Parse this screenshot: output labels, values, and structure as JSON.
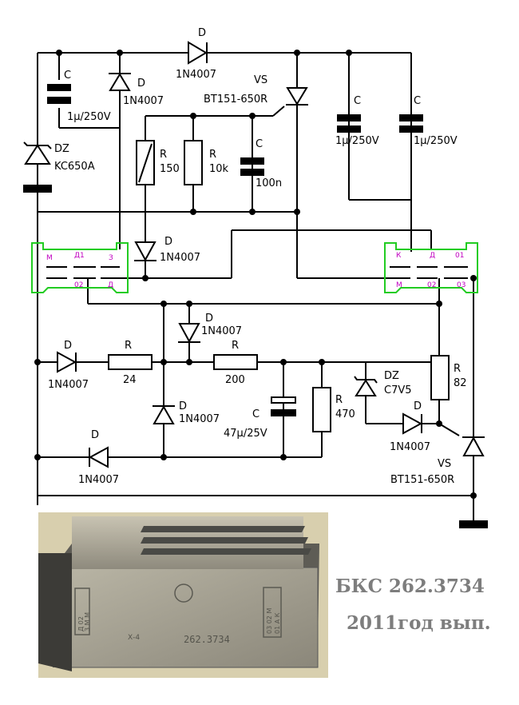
{
  "components": {
    "c1": {
      "ref": "C",
      "value": "1µ/250V"
    },
    "d1": {
      "ref": "D",
      "value": "1N4007"
    },
    "d2": {
      "ref": "D",
      "value": "1N4007"
    },
    "dz1": {
      "ref": "DZ",
      "value": "KC650A"
    },
    "vs1": {
      "ref": "VS",
      "value": "BT151-650R"
    },
    "r150": {
      "ref": "R",
      "value": "150"
    },
    "r10k": {
      "ref": "R",
      "value": "10k"
    },
    "c100n": {
      "ref": "C",
      "value": "100n"
    },
    "c2": {
      "ref": "C",
      "value": "1µ/250V"
    },
    "c3": {
      "ref": "C",
      "value": "1µ/250V"
    },
    "d3": {
      "ref": "D",
      "value": "1N4007"
    },
    "d4": {
      "ref": "D",
      "value": "1N4007"
    },
    "d5": {
      "ref": "D",
      "value": "1N4007"
    },
    "r24": {
      "ref": "R",
      "value": "24"
    },
    "r200": {
      "ref": "R",
      "value": "200"
    },
    "dz2": {
      "ref": "DZ",
      "value": "C7V5"
    },
    "r82": {
      "ref": "R",
      "value": "82"
    },
    "d6": {
      "ref": "D",
      "value": "1N4007"
    },
    "c47": {
      "ref": "C",
      "value": "47µ/25V"
    },
    "r470": {
      "ref": "R",
      "value": "470"
    },
    "d7": {
      "ref": "D",
      "value": "1N4007"
    },
    "d8": {
      "ref": "D",
      "value": "1N4007"
    },
    "vs2": {
      "ref": "VS",
      "value": "BT151-650R"
    }
  },
  "connector_left": {
    "top": [
      "М",
      "Д1",
      "З"
    ],
    "bottom": [
      "02",
      "Д"
    ]
  },
  "connector_right": {
    "top": [
      "К",
      "Д",
      "01"
    ],
    "bottom": [
      "М",
      "02",
      "03"
    ]
  },
  "photo": {
    "label": "БКС 262.3734",
    "year": "2011год вып.",
    "device_text": [
      "262.3734",
      "Д 02",
      "3 М М",
      "03 02 М",
      "01 А К",
      "Х-4"
    ]
  }
}
